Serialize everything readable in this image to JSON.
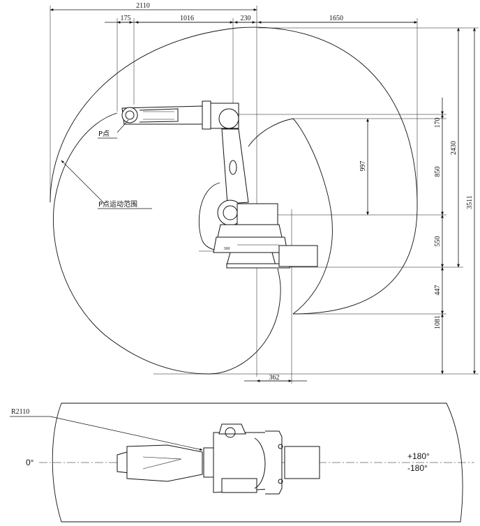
{
  "side_view": {
    "dims_top": {
      "total": "2110",
      "a": "175",
      "b": "1016",
      "c": "230",
      "d": "1650"
    },
    "dims_right": {
      "h170": "170",
      "h850": "850",
      "h550": "550",
      "h447": "447",
      "h1081": "1081",
      "h2430": "2430",
      "h3511": "3511",
      "h997": "997"
    },
    "dim_bottom": "362",
    "dim_small": "300",
    "labels": {
      "p_point": "P点",
      "p_range": "P点运动范围"
    }
  },
  "top_view": {
    "radius": "R2110",
    "angle_left": "0°",
    "angle_plus": "+180°",
    "angle_minus": "-180°"
  }
}
